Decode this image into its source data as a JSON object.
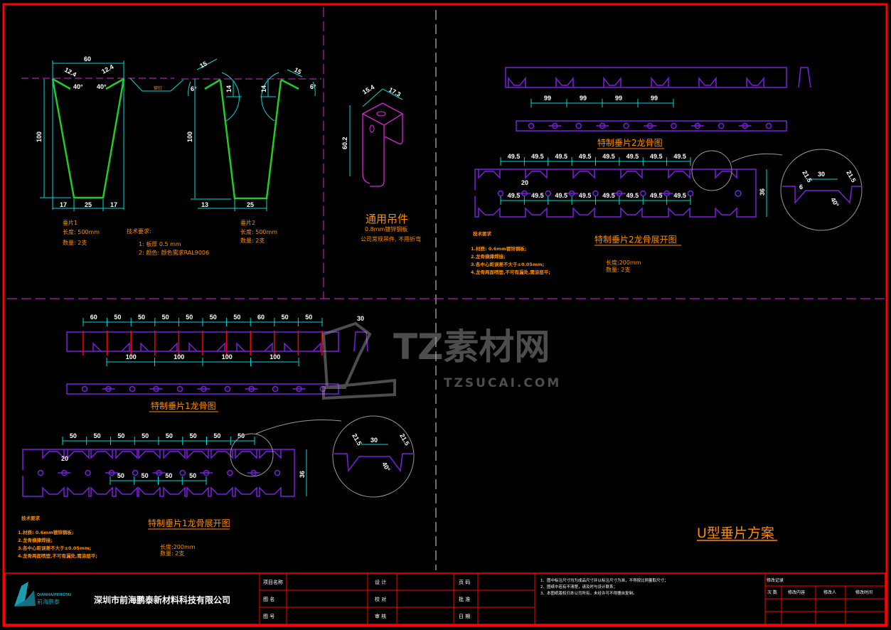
{
  "colors": {
    "frame": "#ff0000",
    "dimension": "#00d8d8",
    "profile": "#7a1ee0",
    "part": "#22cc22",
    "label": "#ff8c00",
    "centerline": "#e020e0"
  },
  "part1": {
    "name": "垂片1",
    "length": "长度: 500mm",
    "qty": "数量: 2支",
    "dims": {
      "width": "60",
      "height": "100",
      "flange_l": "12.4",
      "flange_r": "12.4",
      "angle_l": "40°",
      "angle_r": "40°",
      "bottom": [
        "17",
        "25",
        "17"
      ]
    }
  },
  "part2": {
    "name": "垂片2",
    "length": "长度: 500mm",
    "qty": "数量: 2支",
    "dims": {
      "flange_l": "15",
      "flange_r": "15",
      "angle_l": "6°",
      "angle_r": "6°",
      "drop_l": "14",
      "drop_r": "14",
      "height": "100",
      "bottom": [
        "13",
        "25"
      ]
    }
  },
  "rivet_label": "铆钉",
  "tech1": {
    "title": "技术要求:",
    "items": [
      "1: 板厚 0.5 mm",
      "2: 颜色: 颜色需求RAL9006"
    ]
  },
  "hanger": {
    "title": "通用吊件",
    "material": "0.8mm镀锌钢板",
    "note": "公司常规吊件, 不用折弯",
    "dims": [
      "15.4",
      "17.3",
      "60.2"
    ]
  },
  "keel2": {
    "title": "特制垂片2龙骨图",
    "dims": [
      "99",
      "99",
      "99",
      "99"
    ]
  },
  "keel2_exp": {
    "title": "特制垂片2龙骨展开图",
    "top_dims": [
      "49.5",
      "49.5",
      "49.5",
      "49.5",
      "49.5",
      "49.5",
      "49.5",
      "49.5"
    ],
    "bottom_dims": [
      "49.5",
      "49.5",
      "49.5",
      "49.5",
      "49.5",
      "49.5",
      "49.5",
      "49.5"
    ],
    "hole_dim": "20",
    "height_dim": "36",
    "detail": {
      "w": "30",
      "a": "21.5",
      "b": "21.5",
      "c": "6",
      "d": "40°"
    },
    "tech": {
      "title": "技术要求",
      "items": [
        "1.材质: 0.6mm镀锌钢板;",
        "2.龙骨横撑焊接;",
        "3.各中心距误差不大于±0.05mm;",
        "4.龙骨两面喷塑,不可有漏处,需涂层平;"
      ]
    },
    "length": "长度:200mm",
    "qty": "数量: 2支"
  },
  "keel1": {
    "title": "特制垂片1龙骨图",
    "top_dims": [
      "60",
      "50",
      "50",
      "50",
      "50",
      "50",
      "50",
      "60",
      "50",
      "50"
    ],
    "bottom_dims": [
      "100",
      "100",
      "100",
      "100"
    ],
    "end_dim": "30"
  },
  "keel1_exp": {
    "title": "特制垂片1龙骨展开图",
    "top_dims": [
      "50",
      "50",
      "50",
      "50",
      "50",
      "50",
      "50",
      "50"
    ],
    "bottom_dims": [
      "50",
      "50",
      "50",
      "50"
    ],
    "hole_dim": "20",
    "height_dim": "36",
    "detail": {
      "w": "30",
      "a": "21.5",
      "b": "21.5",
      "c": "40°"
    },
    "tech": {
      "title": "技术要求",
      "items": [
        "1.材质: 0.6mm镀锌钢板;",
        "2.龙骨横撑焊接;",
        "3.各中心距误差不大于±0.05mm;",
        "4.龙骨两面喷塑,不可有漏处,需涂层平;"
      ]
    },
    "length": "长度:200mm",
    "qty": "数量: 2支"
  },
  "scheme_title": "U型垂片方案",
  "watermark": {
    "text": "TZ素材网",
    "sub": "TZSUCAI.COM"
  },
  "title_block": {
    "logo_en": "QIANHAIPENGTAI",
    "logo_cn": "前海鹏泰",
    "company": "深圳市前海鹏泰新材料科技有限公司",
    "labels": [
      [
        "项目名称",
        "设 计",
        "页 码"
      ],
      [
        "图 名",
        "校 对",
        "批 准"
      ],
      [
        "图 号",
        "审 核",
        "日 期"
      ]
    ],
    "notes": [
      "1、图中标注尺寸均为成品尺寸并以标注尺寸为准，不得按比例量取尺寸；",
      "2、图纸中若有不清楚，请及时与设计联系；",
      "3、本图纸版权归本公司所有，未经许可不得擅自复制。"
    ],
    "revision": {
      "title": "修改记录",
      "columns": [
        "次 数",
        "修改内容",
        "修改人",
        "修改时间"
      ]
    }
  }
}
